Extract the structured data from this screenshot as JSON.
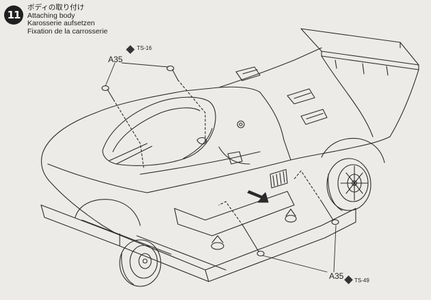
{
  "step": {
    "number": "11"
  },
  "titles": {
    "japanese": "ボディの取り付け",
    "english": "Attaching body",
    "german": "Karosserie aufsetzen",
    "french": "Fixation de la carrosserie"
  },
  "callouts": {
    "top": {
      "part": "A35",
      "paint": "TS-16"
    },
    "bottom": {
      "part": "A35",
      "paint": "TS-49"
    }
  },
  "colors": {
    "line": "#2a2a2a",
    "paper": "#ecebe8",
    "badge": "#1f1f1f"
  }
}
